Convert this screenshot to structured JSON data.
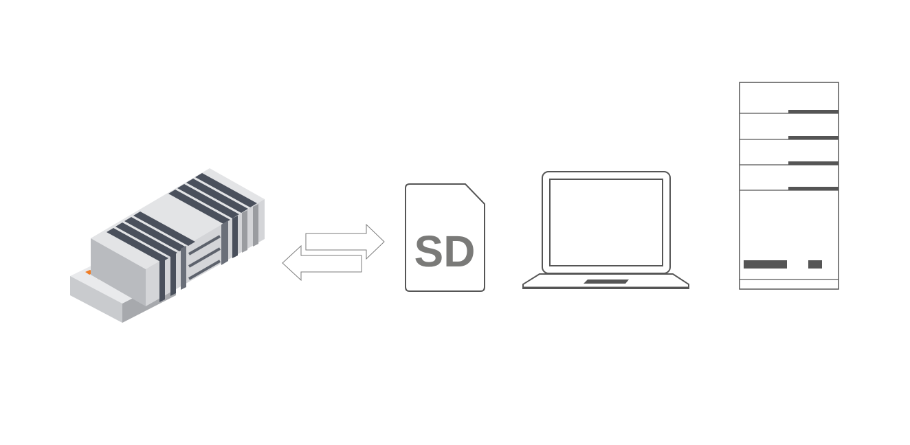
{
  "diagram": {
    "devices": [
      {
        "id": "data-logger",
        "icon": "data-logger-device-icon"
      },
      {
        "id": "transfer",
        "icon": "bidirectional-arrows-icon"
      },
      {
        "id": "sd-card",
        "icon": "sd-card-icon",
        "label": "SD"
      },
      {
        "id": "laptop",
        "icon": "laptop-icon"
      },
      {
        "id": "server",
        "icon": "server-tower-icon"
      }
    ],
    "colors": {
      "outline": "#555555",
      "device_light": "#e3e4e6",
      "device_mid": "#c4c6c9",
      "device_dark": "#9a9ca0",
      "stripe": "#4a505c",
      "led_orange": "#f07c24",
      "led_navy": "#2a3040",
      "sd_text": "#7a7a78"
    }
  }
}
